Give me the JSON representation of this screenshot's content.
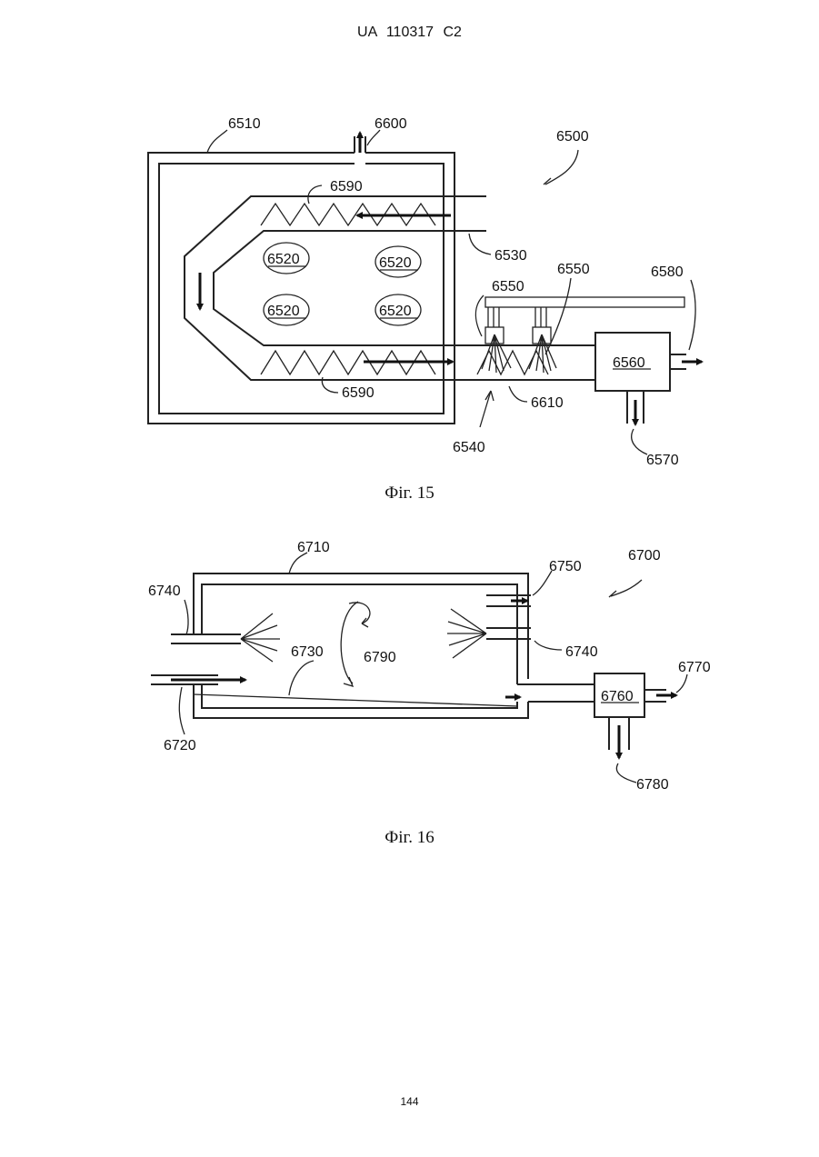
{
  "header": {
    "doc_id": "UA   110317   C2"
  },
  "fig15": {
    "caption": "Фіг. 15",
    "labels": {
      "l6510": "6510",
      "l6600": "6600",
      "l6500": "6500",
      "l6590_top": "6590",
      "l6530": "6530",
      "l6520_a": "6520",
      "l6520_b": "6520",
      "l6520_c": "6520",
      "l6520_d": "6520",
      "l6550_a": "6550",
      "l6550_b": "6550",
      "l6580": "6580",
      "l6560": "6560",
      "l6590_bot": "6590",
      "l6610": "6610",
      "l6540": "6540",
      "l6570": "6570"
    }
  },
  "fig16": {
    "caption": "Фіг. 16",
    "labels": {
      "l6710": "6710",
      "l6700": "6700",
      "l6750": "6750",
      "l6740_left": "6740",
      "l6730": "6730",
      "l6790": "6790",
      "l6740_right": "6740",
      "l6770": "6770",
      "l6760": "6760",
      "l6720": "6720",
      "l6780": "6780"
    }
  },
  "page_number": "144"
}
